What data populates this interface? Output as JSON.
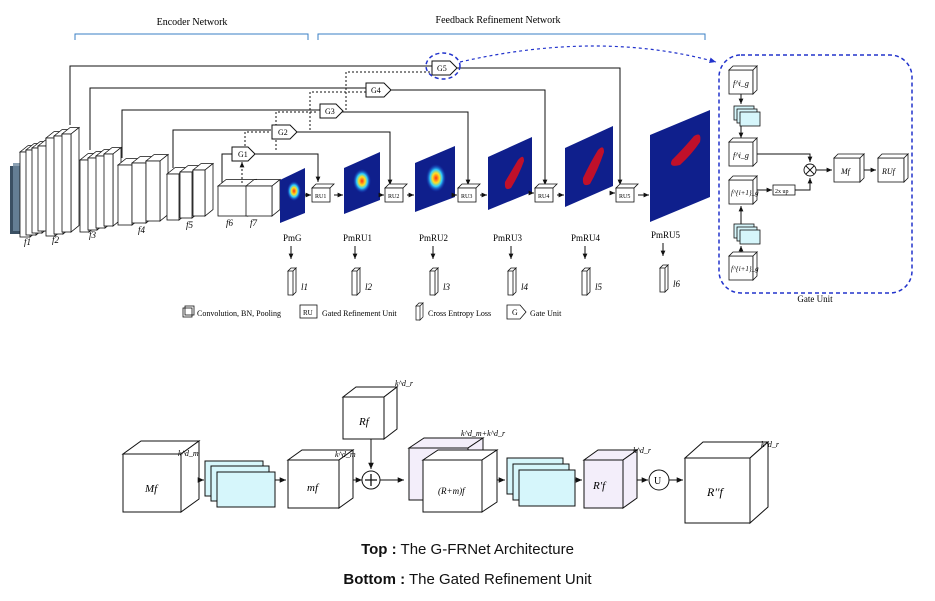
{
  "top": {
    "encoder_title": "Encoder Network",
    "feedback_title": "Feedback Refinement Network",
    "feature_labels": [
      "f1",
      "f2",
      "f3",
      "f4",
      "f5",
      "f6",
      "f7"
    ],
    "gate_labels": [
      "G1",
      "G2",
      "G3",
      "G4",
      "G5"
    ],
    "ru_labels": [
      "RU1",
      "RU2",
      "RU3",
      "RU4",
      "RU5"
    ],
    "pm_labels": [
      "PmG",
      "PmRU1",
      "PmRU2",
      "PmRU3",
      "PmRU4",
      "PmRU5"
    ],
    "loss_labels": [
      "l1",
      "l2",
      "l3",
      "l4",
      "l5",
      "l6"
    ],
    "legend": {
      "conv": "Convolution, BN, Pooling",
      "ru_box": "RU",
      "ru": "Gated Refinement Unit",
      "loss": "Cross Entropy Loss",
      "gate_box": "G",
      "gate": "Gate Unit"
    },
    "gate_unit": {
      "title": "Gate Unit",
      "fg": "f^i_g",
      "fg2": "f^i_g",
      "fg_up": "f^{i+1}_g",
      "fg_low": "f^{i+1}_g",
      "up": "2x up",
      "mf": "Mf",
      "ru": "RUf"
    }
  },
  "bottom": {
    "mf": "Mf",
    "mf_dim": "k^d_m",
    "rf": "Rf",
    "rf_dim": "k^d_r",
    "m_f": "mf",
    "m_dim": "k^d_m",
    "rm": "(R+m)f",
    "rm_dim": "k^d_m+k^d_r",
    "rprime": "R'f",
    "rprime_dim": "k^d_r",
    "u": "U",
    "rdouble": "R''f",
    "rdouble_dim": "k^d_r"
  },
  "caption": {
    "top_bold": "Top :",
    "top_text": "The G-FRNet Architecture",
    "bottom_bold": "Bottom :",
    "bottom_text": "The Gated Refinement Unit"
  },
  "colors": {
    "bracket": "#3a7fc4",
    "gate_border": "#2233cc",
    "heat_bg": "#0f1f8c",
    "cyan_box": "#d6f6fb",
    "lilac_box": "#f3eefa"
  }
}
